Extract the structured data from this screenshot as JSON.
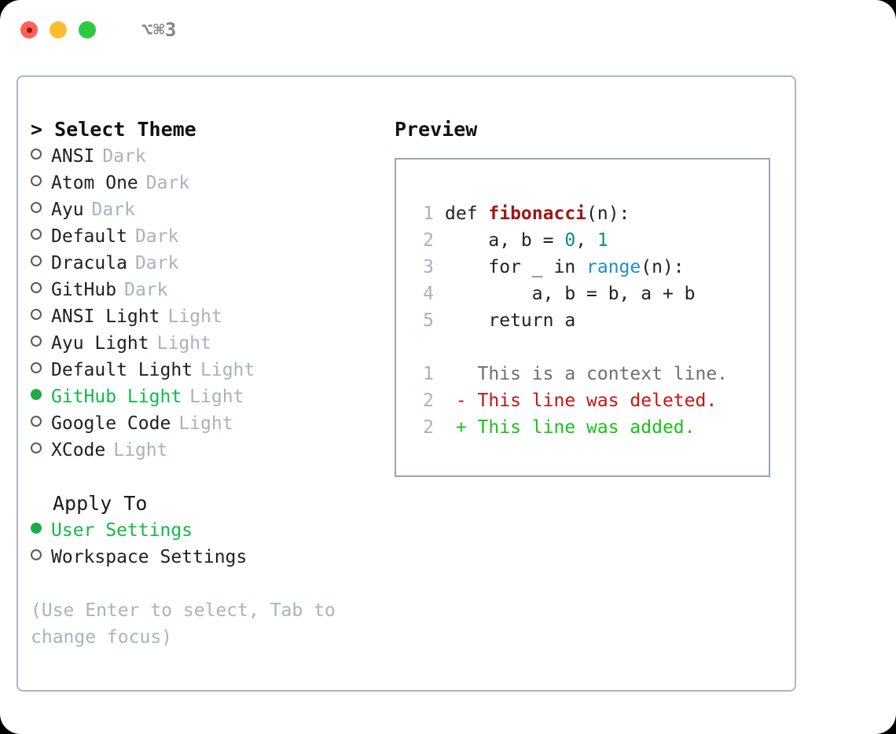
{
  "window": {
    "title": "⌥⌘3",
    "traffic_lights": [
      "close-light",
      "minimize-light",
      "maximize-light"
    ]
  },
  "theme_picker": {
    "heading": "> Select Theme",
    "options": [
      {
        "label": "ANSI",
        "kind": "Dark",
        "selected": false
      },
      {
        "label": "Atom One",
        "kind": "Dark",
        "selected": false
      },
      {
        "label": "Ayu",
        "kind": "Dark",
        "selected": false
      },
      {
        "label": "Default",
        "kind": "Dark",
        "selected": false
      },
      {
        "label": "Dracula",
        "kind": "Dark",
        "selected": false
      },
      {
        "label": "GitHub",
        "kind": "Dark",
        "selected": false
      },
      {
        "label": "ANSI Light",
        "kind": "Light",
        "selected": false
      },
      {
        "label": "Ayu Light",
        "kind": "Light",
        "selected": false
      },
      {
        "label": "Default Light",
        "kind": "Light",
        "selected": false
      },
      {
        "label": "GitHub Light",
        "kind": "Light",
        "selected": true
      },
      {
        "label": "Google Code",
        "kind": "Light",
        "selected": false
      },
      {
        "label": "XCode",
        "kind": "Light",
        "selected": false
      }
    ]
  },
  "apply_to": {
    "heading": "Apply To",
    "options": [
      {
        "label": "User Settings",
        "selected": true
      },
      {
        "label": "Workspace Settings",
        "selected": false
      }
    ]
  },
  "hint": "(Use Enter to select, Tab to change focus)",
  "preview": {
    "heading": "Preview",
    "code_lines": [
      {
        "num": "1",
        "segments": [
          {
            "text": "def ",
            "style": "plain"
          },
          {
            "text": "fibonacci",
            "style": "fn"
          },
          {
            "text": "(n):",
            "style": "plain"
          }
        ]
      },
      {
        "num": "2",
        "segments": [
          {
            "text": "    a, b = ",
            "style": "plain"
          },
          {
            "text": "0",
            "style": "num"
          },
          {
            "text": ", ",
            "style": "plain"
          },
          {
            "text": "1",
            "style": "num"
          }
        ]
      },
      {
        "num": "3",
        "segments": [
          {
            "text": "    for _ in ",
            "style": "plain"
          },
          {
            "text": "range",
            "style": "call"
          },
          {
            "text": "(n):",
            "style": "plain"
          }
        ]
      },
      {
        "num": "4",
        "segments": [
          {
            "text": "        a, b = b, a + b",
            "style": "plain"
          }
        ]
      },
      {
        "num": "5",
        "segments": [
          {
            "text": "    return a",
            "style": "plain"
          }
        ]
      }
    ],
    "diff_lines": [
      {
        "num": "1",
        "marker": " ",
        "text": "This is a context line.",
        "kind": "context"
      },
      {
        "num": "2",
        "marker": "-",
        "text": "This line was deleted.",
        "kind": "deleted"
      },
      {
        "num": "2",
        "marker": "+",
        "text": "This line was added.",
        "kind": "added"
      }
    ]
  },
  "colors": {
    "selected_green": "#14ba46",
    "muted": "#a9b2bd",
    "diff_deleted": "#cc1111",
    "diff_added": "#16c416",
    "syntax_function": "#a31515",
    "syntax_number": "#0c8c80",
    "syntax_call": "#1d8fc4",
    "border": "#aeb6c2"
  }
}
